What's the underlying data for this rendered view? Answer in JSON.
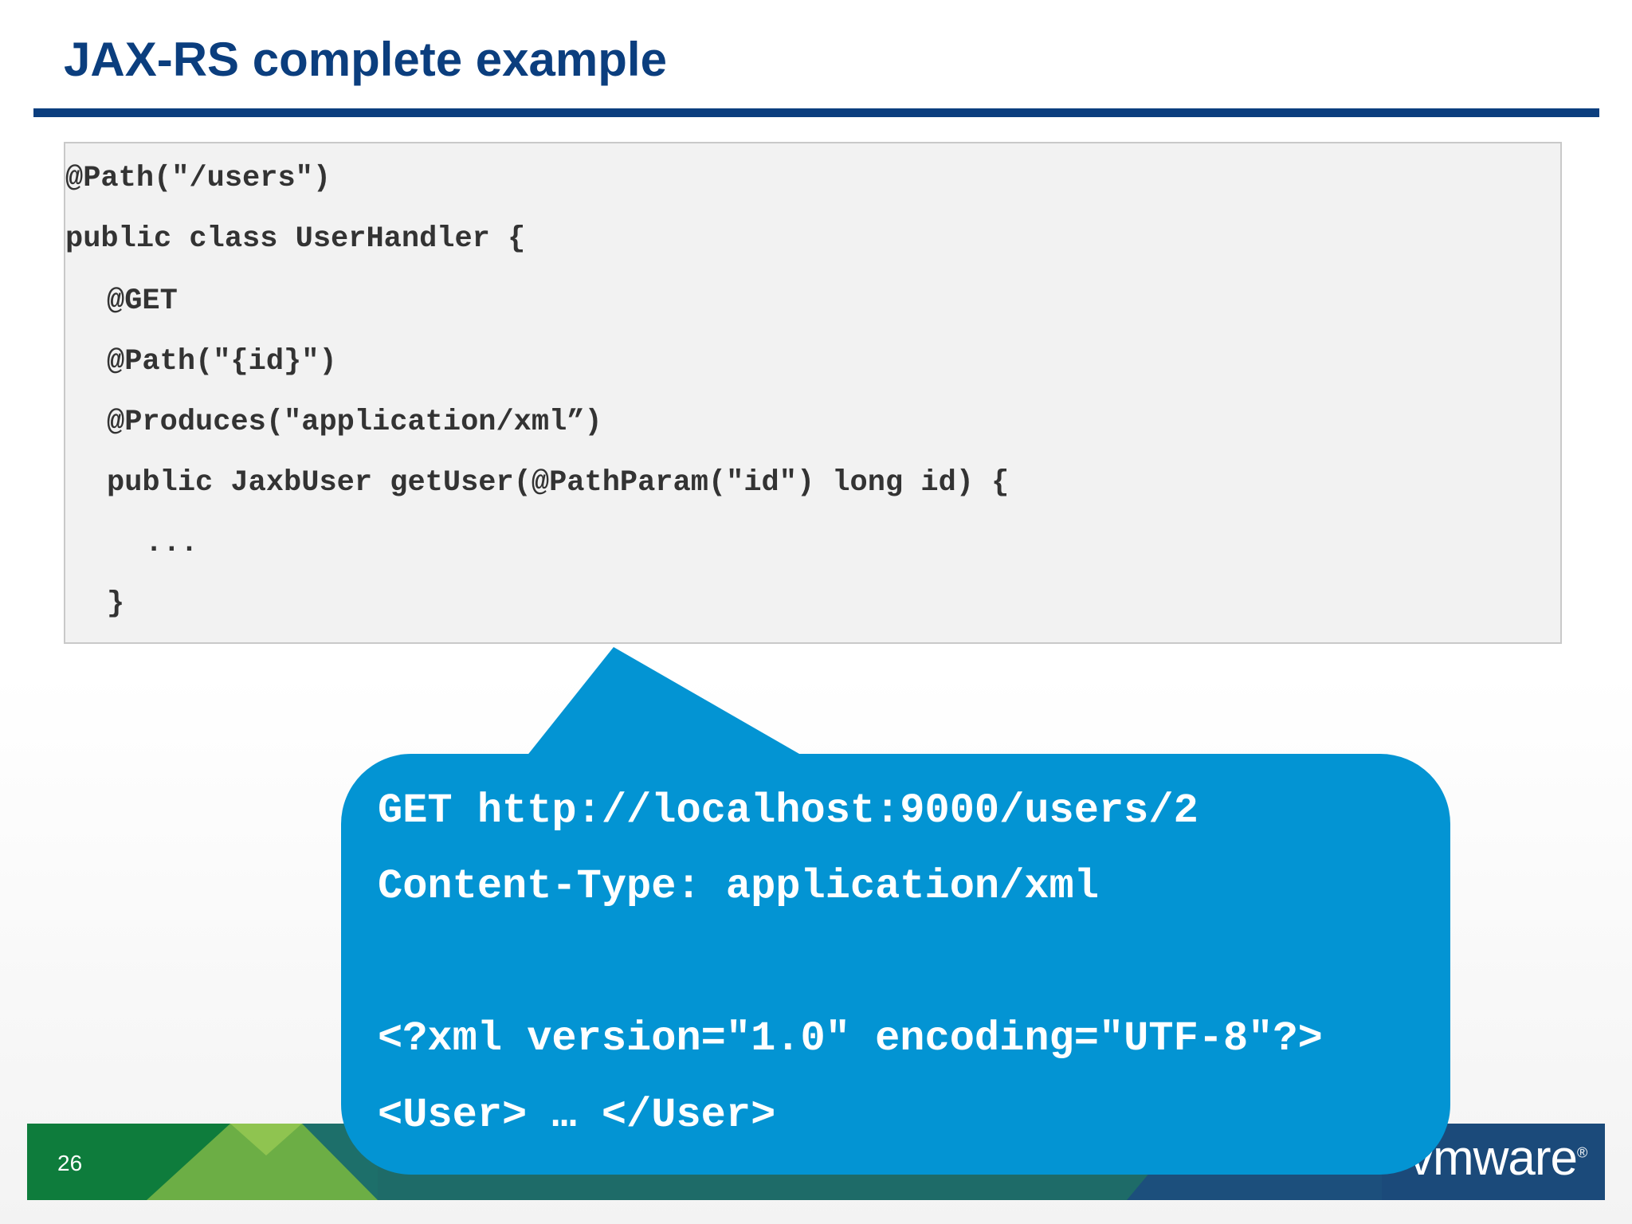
{
  "slide": {
    "title": "JAX-RS complete example",
    "page_number": "26"
  },
  "code": {
    "lines": [
      "@Path(\"/users\")",
      "public class UserHandler {",
      "@GET",
      "@Path(\"{id}\")",
      "@Produces(\"application/xml”)",
      "public JaxbUser getUser(@PathParam(\"id\") long id) {",
      "...",
      "}"
    ]
  },
  "callout": {
    "lines": [
      "GET http://localhost:9000/users/2",
      "Content-Type: application/xml",
      "<?xml version=\"1.0\" encoding=\"UTF-8\"?>",
      "<User> … </User>"
    ],
    "color": "#0394d3"
  },
  "footer": {
    "logo_text": "vmware",
    "logo_mark": "®"
  },
  "colors": {
    "title": "#0b3e7e",
    "code_panel": "#f2f2f2",
    "code_text": "#333333"
  }
}
